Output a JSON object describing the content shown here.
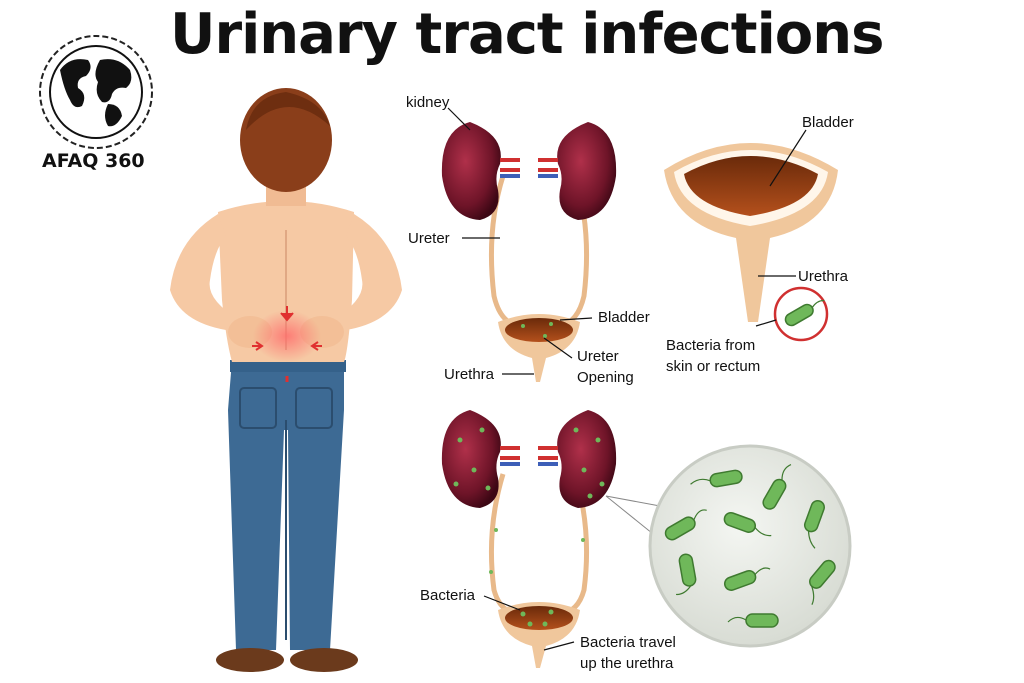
{
  "title": "Urinary tract infections",
  "logo": {
    "text": "AFAQ 360"
  },
  "labels": {
    "kidney": "kidney",
    "ureter": "Ureter",
    "bladder_top": "Bladder",
    "urethra_top": "Urethra",
    "bladder_small": "Bladder",
    "ureter_opening_line1": "Ureter",
    "ureter_opening_line2": "Opening",
    "urethra_small": "Urethra",
    "bacteria_source_line1": "Bacteria from",
    "bacteria_source_line2": "skin or rectum",
    "bacteria": "Bacteria",
    "bacteria_travel_line1": "Bacteria travel",
    "bacteria_travel_line2": "up the urethra"
  },
  "colors": {
    "kidney": "#7a1a2e",
    "ureter": "#e8b98a",
    "bladder_fill": "#8a3a10",
    "jeans": "#3d6a94",
    "skin": "#f6c9a4",
    "hair": "#8a3e1a",
    "bacteria": "#6fb85a",
    "magnifier_bg": "#e9ece6",
    "pain": "#e03030"
  }
}
